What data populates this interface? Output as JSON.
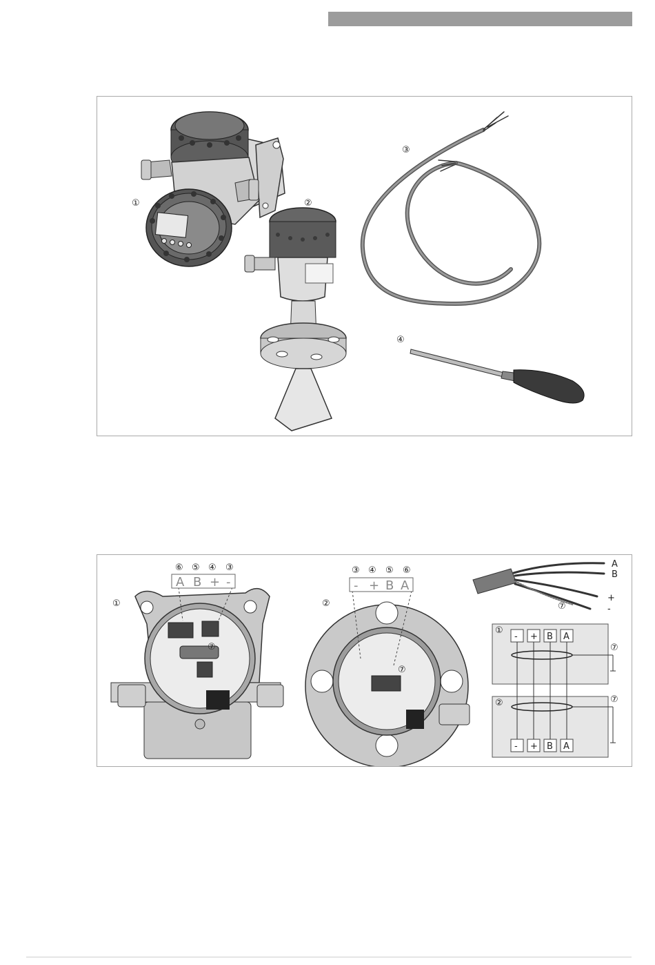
{
  "figure1": {
    "callouts": {
      "converter": "①",
      "antenna_unit": "②",
      "cable": "③",
      "screwdriver": "④"
    }
  },
  "figure2": {
    "converter_callout": "①",
    "sensor_callout": "②",
    "converter_terminal_callouts": [
      "⑥",
      "⑤",
      "④",
      "③"
    ],
    "converter_terminal_labels": [
      "A",
      "B",
      "+",
      "-"
    ],
    "sensor_terminal_callouts": [
      "③",
      "④",
      "⑤",
      "⑥"
    ],
    "sensor_terminal_labels": [
      "-",
      "+",
      "B",
      "A"
    ],
    "shield_callout": "⑦",
    "wire_labels": [
      "A",
      "B",
      "+",
      "-"
    ],
    "schematic": {
      "box1_callout": "①",
      "box2_callout": "②",
      "terminals": [
        "-",
        "+",
        "B",
        "A"
      ],
      "ground_callout": "⑦"
    }
  }
}
